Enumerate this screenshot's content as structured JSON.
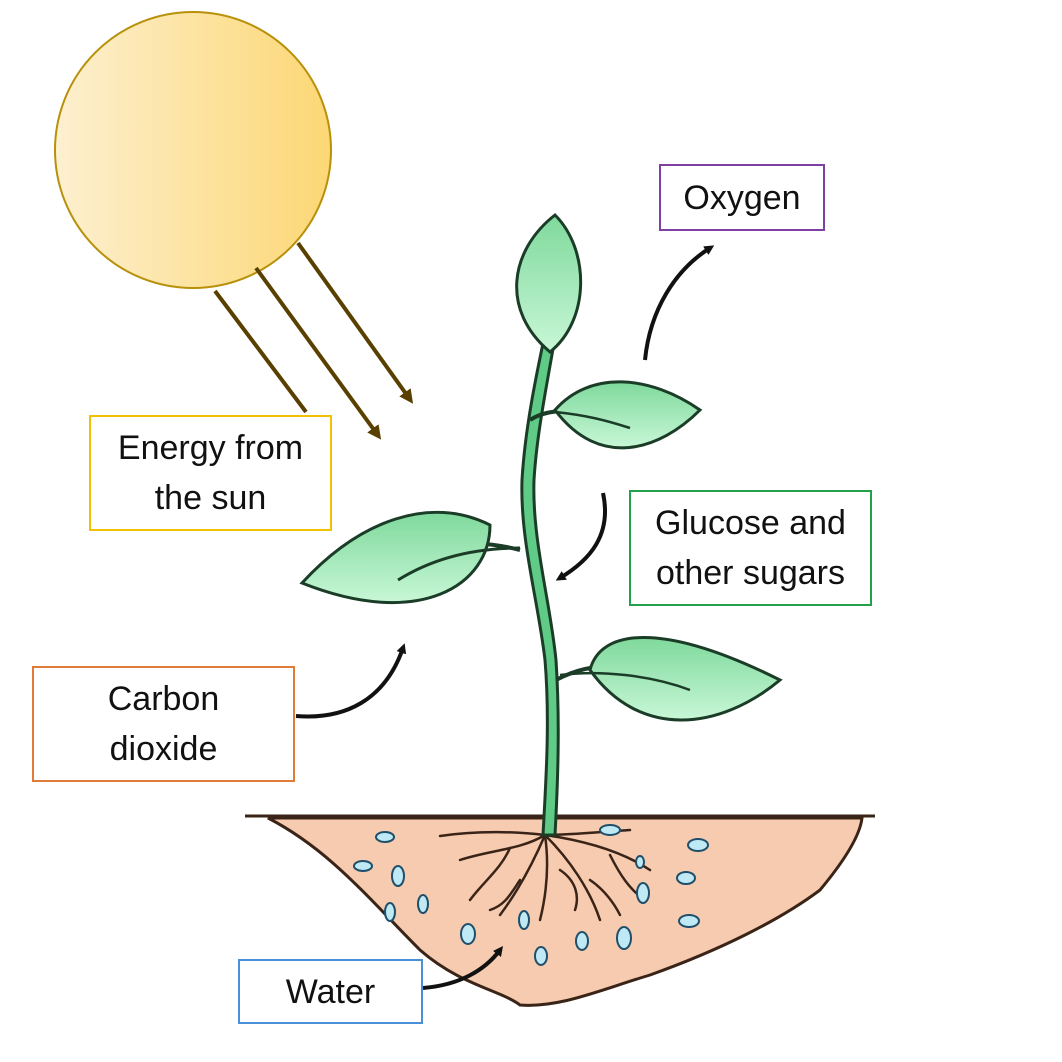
{
  "labels": {
    "energy": {
      "line1": "Energy from",
      "line2": "the sun"
    },
    "oxygen": "Oxygen",
    "glucose": {
      "line1": "Glucose and",
      "line2": "other sugars"
    },
    "carbon": {
      "line1": "Carbon",
      "line2": "dioxide"
    },
    "water": "Water"
  },
  "colors": {
    "energy_border": "#f2c200",
    "oxygen_border": "#7f3fa3",
    "glucose_border": "#22a04b",
    "carbon_border": "#e07b39",
    "water_border": "#4a90d9",
    "sun_fill": "#fbd97a",
    "soil_fill": "#f6cbb0",
    "leaf_fill": "#a8eec0",
    "water_drop": "#bfe9f5"
  }
}
